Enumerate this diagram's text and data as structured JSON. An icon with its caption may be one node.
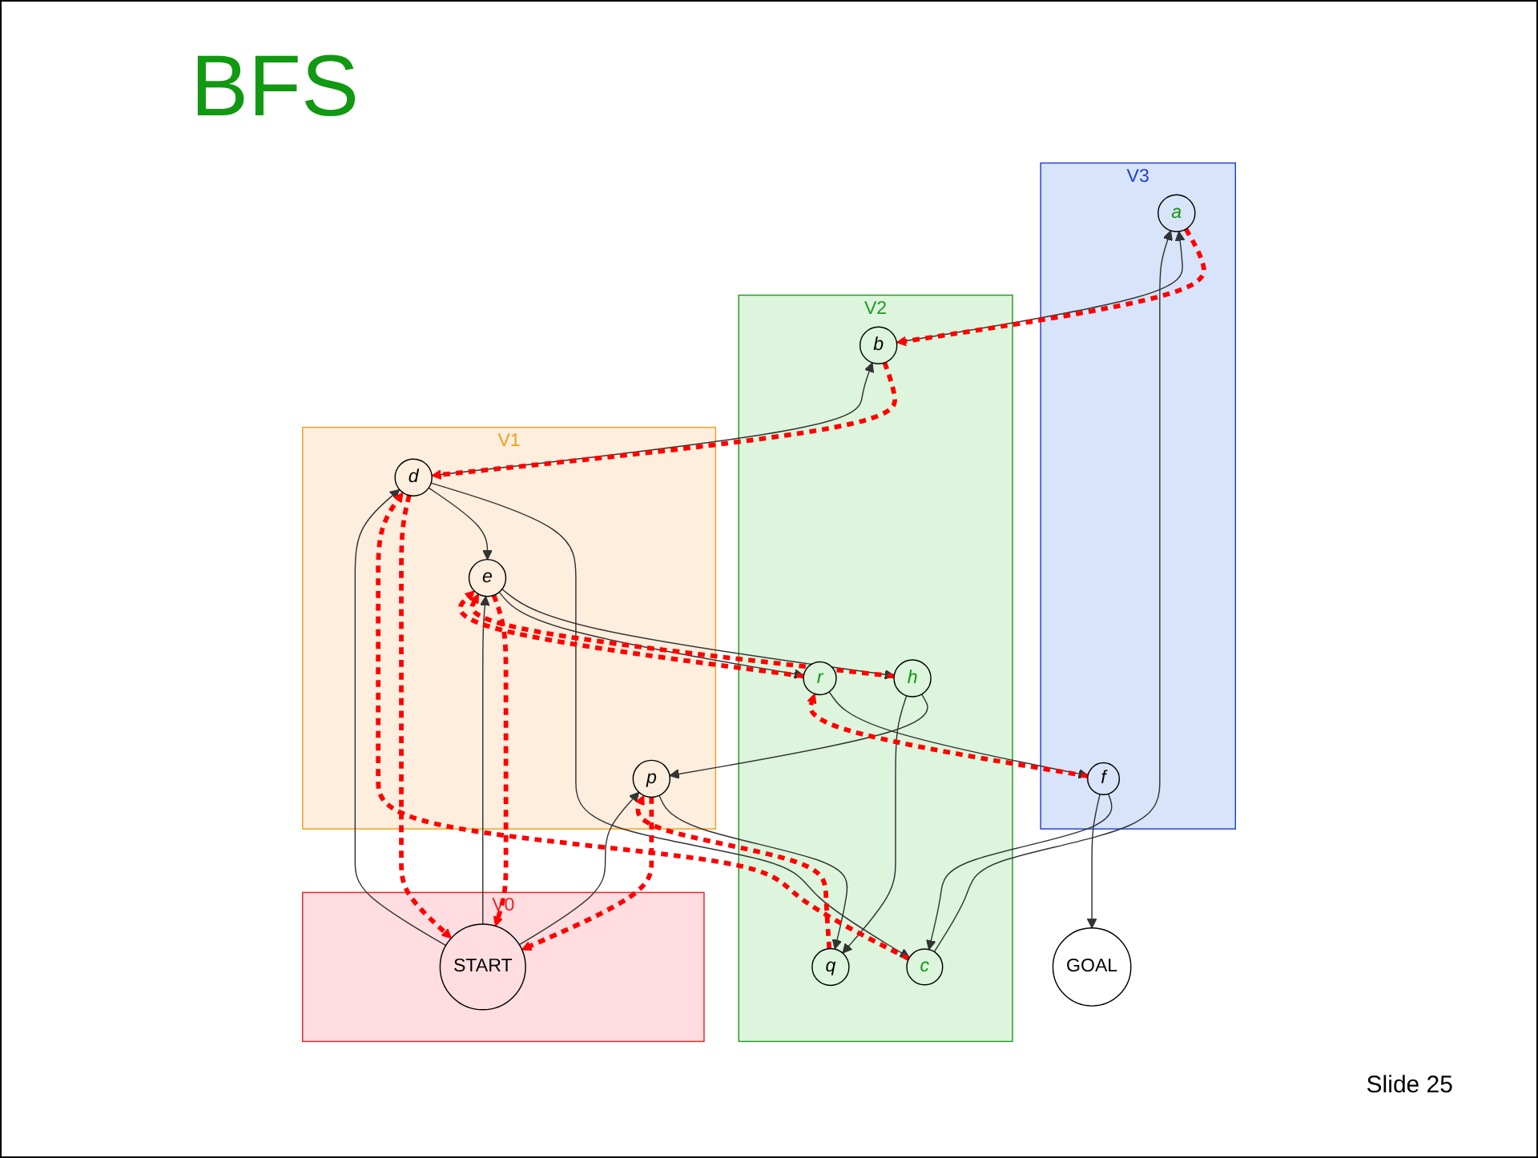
{
  "diagram": {
    "title": "BFS",
    "nodes": [
      {
        "text": [
          "V3"
        ]
      },
      {
        "text": [
          "a"
        ],
        "in": 0
      },
      {
        "text": [
          "V2"
        ]
      },
      {
        "text": [
          "b"
        ],
        "in": 2
      },
      {
        "text": [
          "c"
        ],
        "in": 2
      },
      {
        "text": [
          "GOAL"
        ]
      },
      {
        "text": [
          "V1"
        ]
      },
      {
        "text": [
          "d"
        ],
        "in": 6
      },
      {
        "text": [
          "e"
        ],
        "in": 6
      },
      {
        "text": [
          "f"
        ],
        "in": 0
      },
      {
        "text": [
          "V0"
        ]
      },
      {
        "text": [
          "START"
        ],
        "in": 10
      },
      {
        "text": [
          "h"
        ],
        "in": 2
      },
      {
        "text": [
          "r"
        ],
        "in": 2
      },
      {
        "text": [
          "p"
        ],
        "in": 6
      },
      {
        "text": [
          "q"
        ],
        "in": 2
      }
    ],
    "edges": [
      {
        "from": 3,
        "to": 1,
        "arrow": "to"
      },
      {
        "from": 4,
        "to": 1,
        "arrow": "to"
      },
      {
        "from": 7,
        "to": 3,
        "arrow": "to"
      },
      {
        "from": 7,
        "to": 4,
        "arrow": "to"
      },
      {
        "from": 9,
        "to": 4,
        "arrow": "to"
      },
      {
        "from": 11,
        "to": 7,
        "arrow": "to"
      },
      {
        "from": 7,
        "to": 8,
        "arrow": "to"
      },
      {
        "from": 11,
        "to": 8,
        "arrow": "to"
      },
      {
        "from": 11,
        "to": 14,
        "arrow": "to"
      },
      {
        "from": 12,
        "to": 14,
        "arrow": "to"
      },
      {
        "from": 12,
        "to": 15,
        "arrow": "to"
      },
      {
        "from": 8,
        "to": 12,
        "arrow": "to"
      },
      {
        "from": 8,
        "to": 13,
        "arrow": "to"
      },
      {
        "from": 13,
        "to": 9,
        "arrow": "to"
      },
      {
        "from": 9,
        "to": 5,
        "arrow": "to"
      },
      {
        "from": 14,
        "to": 15,
        "arrow": "to"
      },
      {
        "from": 1,
        "to": 3,
        "arrow": "to",
        "style": "dashed",
        "color": "#ff0000"
      },
      {
        "from": 4,
        "to": 7,
        "arrow": "to",
        "style": "dashed",
        "color": "#ff0000"
      },
      {
        "from": 3,
        "to": 7,
        "arrow": "to",
        "style": "dashed",
        "color": "#ff0000"
      },
      {
        "from": 7,
        "to": 11,
        "arrow": "to",
        "style": "dashed",
        "color": "#ff0000"
      },
      {
        "from": 8,
        "to": 11,
        "arrow": "to",
        "style": "dashed",
        "color": "#ff0000"
      },
      {
        "from": 14,
        "to": 11,
        "arrow": "to",
        "style": "dashed",
        "color": "#ff0000"
      },
      {
        "from": 15,
        "to": 14,
        "arrow": "to",
        "style": "dashed",
        "color": "#ff0000"
      },
      {
        "from": 12,
        "to": 8,
        "arrow": "to",
        "style": "dashed",
        "color": "#ff0000"
      },
      {
        "from": 13,
        "to": 8,
        "arrow": "to",
        "style": "dashed",
        "color": "#ff0000"
      },
      {
        "from": 9,
        "to": 13,
        "arrow": "to",
        "style": "dashed",
        "color": "#ff0000"
      }
    ],
    "labels": [
      "Slide 25"
    ]
  }
}
